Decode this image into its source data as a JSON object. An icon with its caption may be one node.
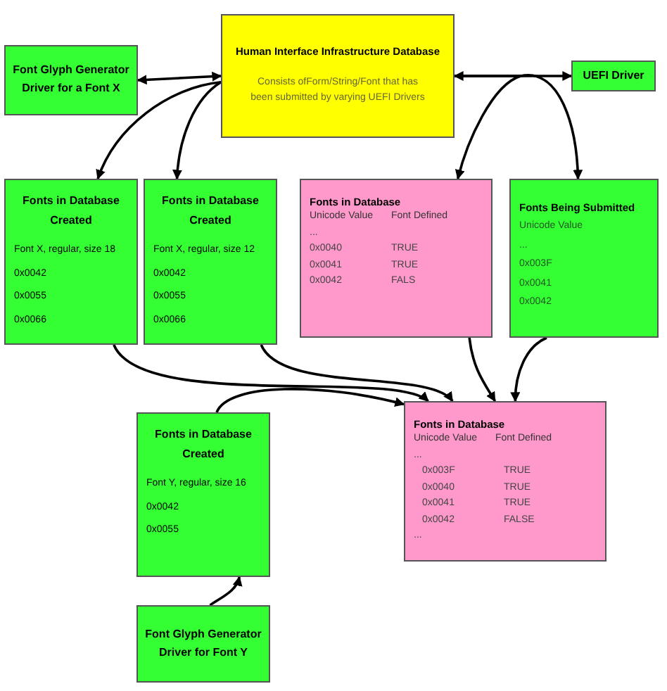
{
  "diagram": {
    "nodes": [
      {
        "text": [
          "Font Glyph Generator Driver for a Font X"
        ]
      },
      {
        "text": [
          "Human Interface Infrastructure Database",
          "Consists ofForm/String/Font that has been submitted by varying UEFI Drivers"
        ]
      },
      {
        "text": [
          "UEFI Driver"
        ]
      },
      {
        "text": [
          "Fonts in Database Created",
          "Font X, regular, size 18",
          "0x0042",
          "0x0055",
          "0x0066"
        ]
      },
      {
        "text": [
          "Fonts in Database Created",
          "Font X, regular, size 12",
          "0x0042",
          "0x0055",
          "0x0066"
        ]
      },
      {
        "text": [
          "Fonts in Database",
          "Unicode Value",
          "Font Defined",
          "...",
          "0x0040",
          "TRUE",
          "0x0041",
          "TRUE",
          "0x0042",
          "FALS"
        ]
      },
      {
        "text": [
          "Fonts Being Submitted",
          "Unicode Value",
          "...",
          "0x003F",
          "0x0041",
          "0x0042"
        ]
      },
      {
        "text": [
          "Fonts in Database",
          "Unicode Value",
          "Font Defined",
          "...",
          "0x003F",
          "TRUE",
          "0x0040",
          "TRUE",
          "0x0041",
          "TRUE",
          "0x0042",
          "FALSE",
          "..."
        ]
      },
      {
        "text": [
          "Fonts in Database Created",
          "Font Y, regular, size 16",
          "0x0042",
          "0x0055"
        ]
      },
      {
        "text": [
          "Font Glyph Generator Driver for Font Y"
        ]
      }
    ],
    "edges": [
      {
        "from": 0,
        "to": 1,
        "arrow": "both"
      },
      {
        "from": 1,
        "to": 3,
        "arrow": "to"
      },
      {
        "from": 1,
        "to": 4,
        "arrow": "to"
      },
      {
        "from": 1,
        "to": 2,
        "arrow": "both"
      },
      {
        "from": 1,
        "to": 5,
        "arrow": "to"
      },
      {
        "from": 1,
        "to": 6,
        "arrow": "to"
      },
      {
        "from": 3,
        "to": 7,
        "arrow": "to"
      },
      {
        "from": 4,
        "to": 7,
        "arrow": "to"
      },
      {
        "from": 5,
        "to": 7,
        "arrow": "to"
      },
      {
        "from": 6,
        "to": 7,
        "arrow": "to"
      },
      {
        "from": 8,
        "to": 7,
        "arrow": "to"
      },
      {
        "from": 9,
        "to": 8,
        "arrow": "to"
      }
    ]
  }
}
